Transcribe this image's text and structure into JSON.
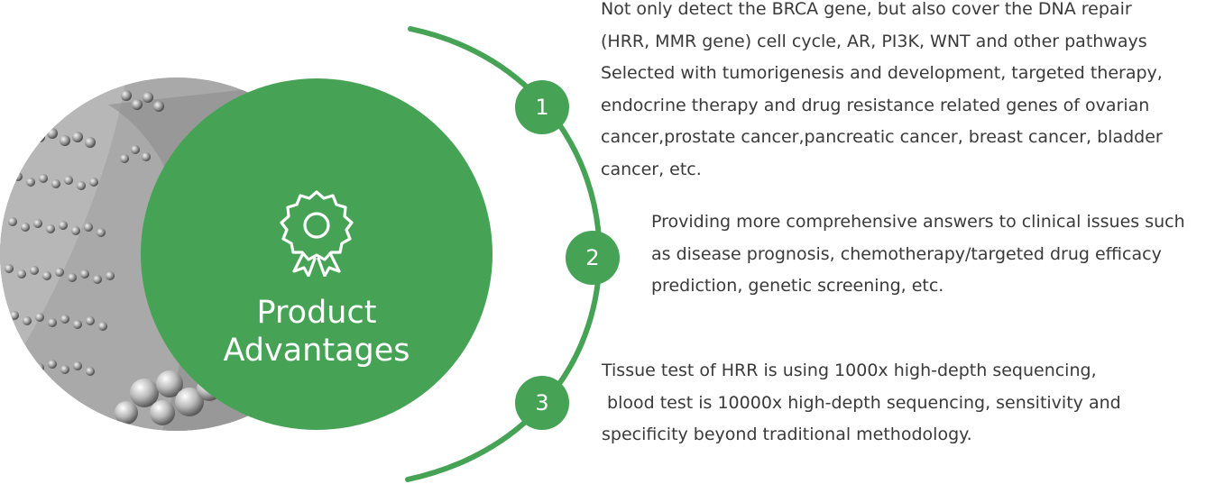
{
  "title": {
    "line1": "Product",
    "line2": "Advantages"
  },
  "icons": {
    "badge": "award-badge-icon"
  },
  "colors": {
    "accent": "#46a356",
    "text": "#3a3a3a",
    "on_accent": "#ffffff"
  },
  "advantages": [
    {
      "number": "1",
      "lines": [
        "Not only detect the BRCA gene, but also cover the DNA repair",
        "(HRR, MMR gene) cell cycle, AR, PI3K, WNT and other pathways",
        "Selected with tumorigenesis and development, targeted therapy,",
        "endocrine therapy and drug resistance related genes of ovarian",
        "cancer,prostate cancer,pancreatic cancer, breast cancer, bladder",
        "cancer, etc."
      ]
    },
    {
      "number": "2",
      "lines": [
        "Providing more comprehensive answers to clinical issues such",
        "as disease prognosis, chemotherapy/targeted drug efficacy",
        "prediction, genetic screening, etc."
      ]
    },
    {
      "number": "3",
      "lines": [
        "Tissue test of HRR is using 1000x high-depth sequencing,",
        " blood test is 10000x high-depth sequencing, sensitivity and",
        "specificity beyond traditional methodology."
      ]
    }
  ]
}
